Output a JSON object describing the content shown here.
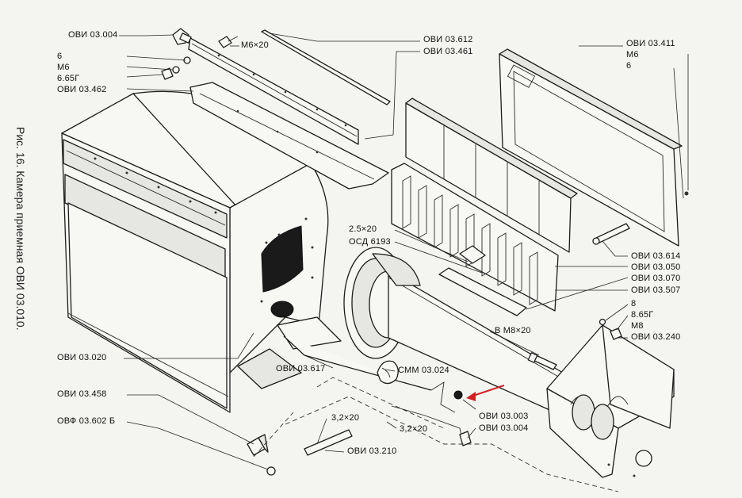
{
  "caption": "Рис. 16. Камера приемная ОВИ 03.010.",
  "labels": {
    "ovi_03_004_top": "ОВИ 03.004",
    "washer_6_left": "6",
    "m6_left": "М6",
    "lock_6_65g": "6.65Г",
    "ovi_03_462": "ОВИ 03.462",
    "bolt_m6x20": "М6×20",
    "ovi_03_612": "ОВИ 03.612",
    "ovi_03_461": "ОВИ 03.461",
    "ovi_03_411": "ОВИ 03.411",
    "m6_right": "М6",
    "washer_6_right": "6",
    "pin_2_5x20": "2.5×20",
    "osd_6193": "ОСД 6193",
    "ovi_03_614": "ОВИ 03.614",
    "ovi_03_050": "ОВИ 03.050",
    "ovi_03_070": "ОВИ 03.070",
    "ovi_03_507": "ОВИ 03.507",
    "washer_8": "8",
    "lock_8_65g": "8.65Г",
    "m8_right": "М8",
    "ovi_03_240": "ОВИ 03.240",
    "bolt_m8x20": "В М8×20",
    "ovi_03_020": "ОВИ 03.020",
    "ovi_03_617": "ОВИ 03.617",
    "smm_03_024": "СММ 03.024",
    "ovi_03_458": "ОВИ 03.458",
    "ovi_03_003": "ОВИ 03.003",
    "ovi_03_004_bottom": "ОВИ 03.004",
    "pin_3_2x20_a": "3,2×20",
    "pin_3_2x20_b": "3,2×20",
    "ovf_03_602b": "ОВФ 03.602 Б",
    "ovi_03_210": "ОВИ 03.210"
  },
  "highlight_arrow_color": "#d42020"
}
